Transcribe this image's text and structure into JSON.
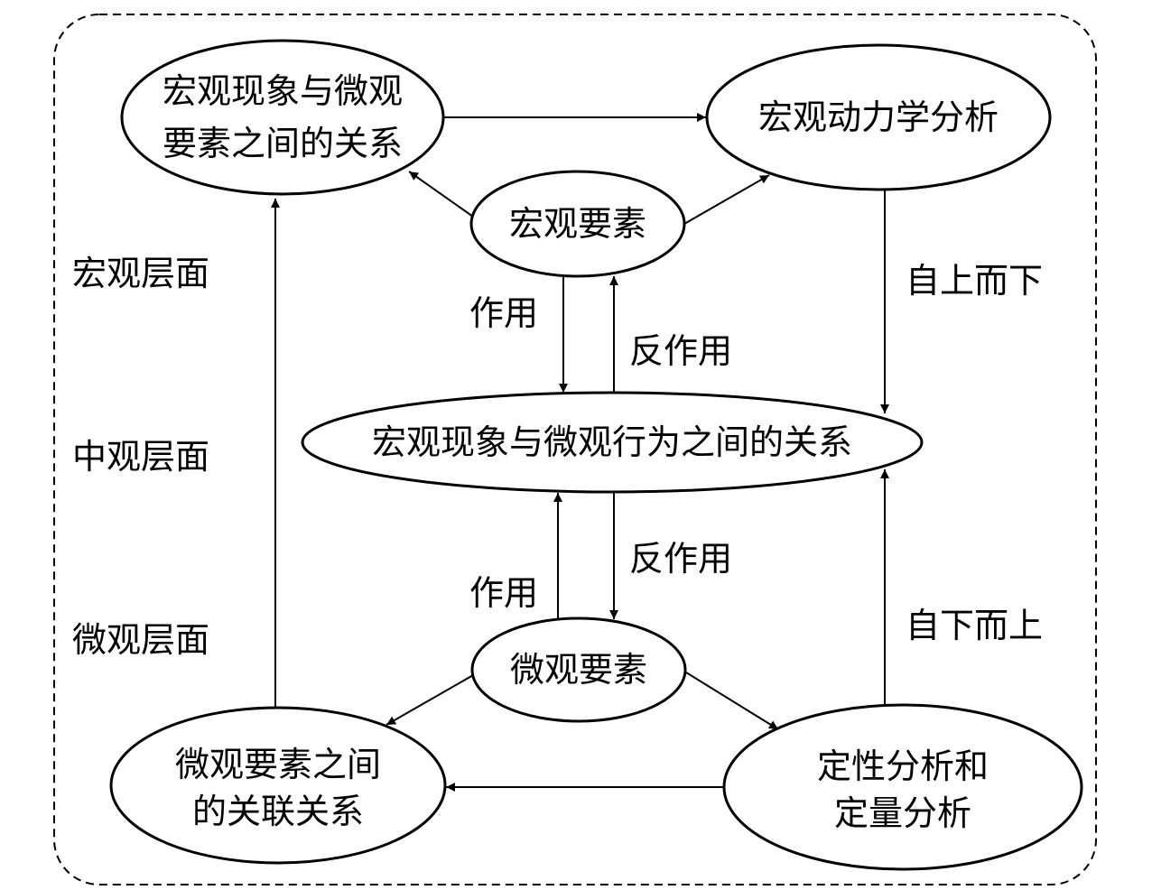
{
  "nodes": {
    "macro_micro_elements_relation": [
      "宏观现象与微观",
      "要素之间的关系"
    ],
    "macro_dynamics": [
      "宏观动力学分析"
    ],
    "macro_elements": [
      "宏观要素"
    ],
    "macro_micro_behavior_relation": [
      "宏观现象与微观行为之间的关系"
    ],
    "micro_elements": [
      "微观要素"
    ],
    "micro_elements_association": [
      "微观要素之间",
      "的关联关系"
    ],
    "qualitative_quantitative": [
      "定性分析和",
      "定量分析"
    ]
  },
  "levels": {
    "macro": "宏观层面",
    "meso": "中观层面",
    "micro": "微观层面"
  },
  "edge_labels": {
    "action_top": "作用",
    "reaction_top": "反作用",
    "reaction_bottom": "反作用",
    "action_bottom": "作用",
    "top_down": "自上而下",
    "bottom_up": "自下而上"
  }
}
